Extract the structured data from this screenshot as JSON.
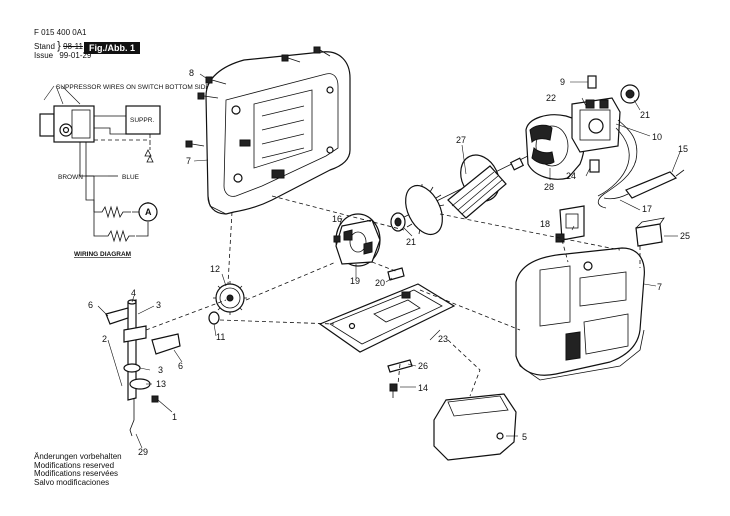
{
  "header": {
    "doc_number": "F 015 400 0A1",
    "stand_label": "Stand",
    "stand_value": "98-11",
    "issue_label": "Issue",
    "issue_value": "99-01-29",
    "fig_label": "Fig./Abb. 1"
  },
  "wiring": {
    "suppressor_note": "SUPPRESSOR WIRES ON SWITCH BOTTOM SIDE",
    "suppr_box": "SUPPR.",
    "brown": "BROWN",
    "blue": "BLUE",
    "motor": "A",
    "title": "WIRING DIAGRAM"
  },
  "callouts": [
    {
      "id": "c8",
      "text": "8"
    },
    {
      "id": "c7a",
      "text": "7"
    },
    {
      "id": "c27",
      "text": "27"
    },
    {
      "id": "c9",
      "text": "9"
    },
    {
      "id": "c22",
      "text": "22"
    },
    {
      "id": "c21a",
      "text": "21"
    },
    {
      "id": "c10",
      "text": "10"
    },
    {
      "id": "c15",
      "text": "15"
    },
    {
      "id": "c28",
      "text": "28"
    },
    {
      "id": "c24",
      "text": "24"
    },
    {
      "id": "c17",
      "text": "17"
    },
    {
      "id": "c16",
      "text": "16"
    },
    {
      "id": "c21b",
      "text": "21"
    },
    {
      "id": "c18",
      "text": "18"
    },
    {
      "id": "c25",
      "text": "25"
    },
    {
      "id": "c19",
      "text": "19"
    },
    {
      "id": "c20",
      "text": "20"
    },
    {
      "id": "c12",
      "text": "12"
    },
    {
      "id": "c7b",
      "text": "7"
    },
    {
      "id": "c4",
      "text": "4"
    },
    {
      "id": "c6a",
      "text": "6"
    },
    {
      "id": "c3a",
      "text": "3"
    },
    {
      "id": "c2",
      "text": "2"
    },
    {
      "id": "c11",
      "text": "11"
    },
    {
      "id": "c6b",
      "text": "6"
    },
    {
      "id": "c23",
      "text": "23"
    },
    {
      "id": "c3b",
      "text": "3"
    },
    {
      "id": "c26",
      "text": "26"
    },
    {
      "id": "c13",
      "text": "13"
    },
    {
      "id": "c14",
      "text": "14"
    },
    {
      "id": "c1",
      "text": "1"
    },
    {
      "id": "c5",
      "text": "5"
    },
    {
      "id": "c29",
      "text": "29"
    }
  ],
  "footer": {
    "lines": [
      "Änderungen vorbehalten",
      "Modifications reserved",
      "Modifications reservées",
      "Salvo modificaciones"
    ]
  }
}
